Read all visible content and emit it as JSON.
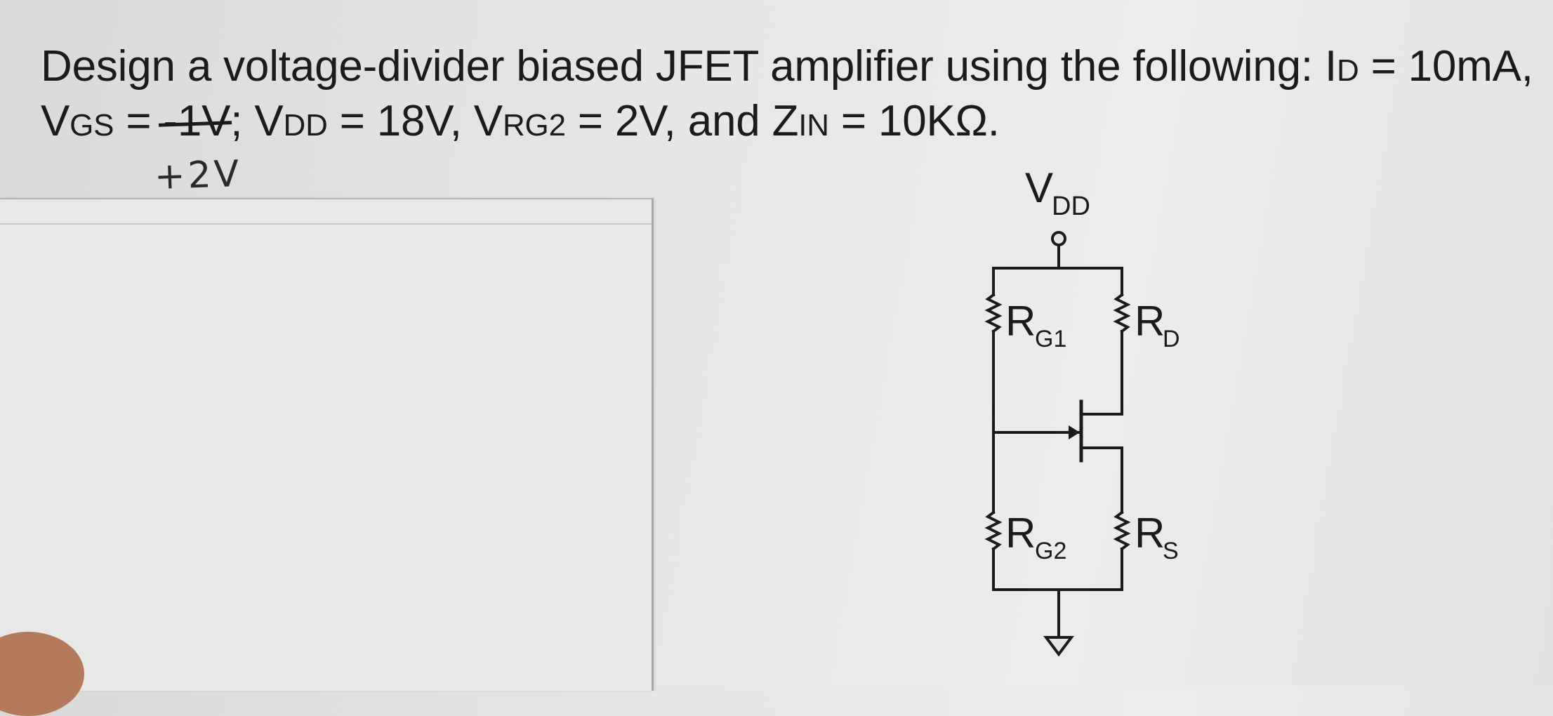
{
  "problem": {
    "line1": {
      "text": "Design a voltage-divider biased JFET amplifier using the following: I",
      "id_sub": "D",
      "id_value": " = 10mA,"
    },
    "line2": {
      "vgs_main": "V",
      "vgs_sub": "GS",
      "vgs_eq": " = ",
      "vgs_struck": "-1V",
      "after_strike": "; V",
      "vdd_sub": "DD",
      "vdd_value": " = 18V, V",
      "vrg2_sub": "RG2",
      "vrg2_value": " = 2V, and Z",
      "zin_sub": "IN",
      "zin_value": " = 10KΩ."
    }
  },
  "handwritten_note": "+2V",
  "circuit": {
    "supply_label_main": "V",
    "supply_label_sub": "DD",
    "rg1_main": "R",
    "rg1_sub": "G1",
    "rd_main": "R",
    "rd_sub": "D",
    "rg2_main": "R",
    "rg2_sub": "G2",
    "rs_main": "R",
    "rs_sub": "S"
  }
}
